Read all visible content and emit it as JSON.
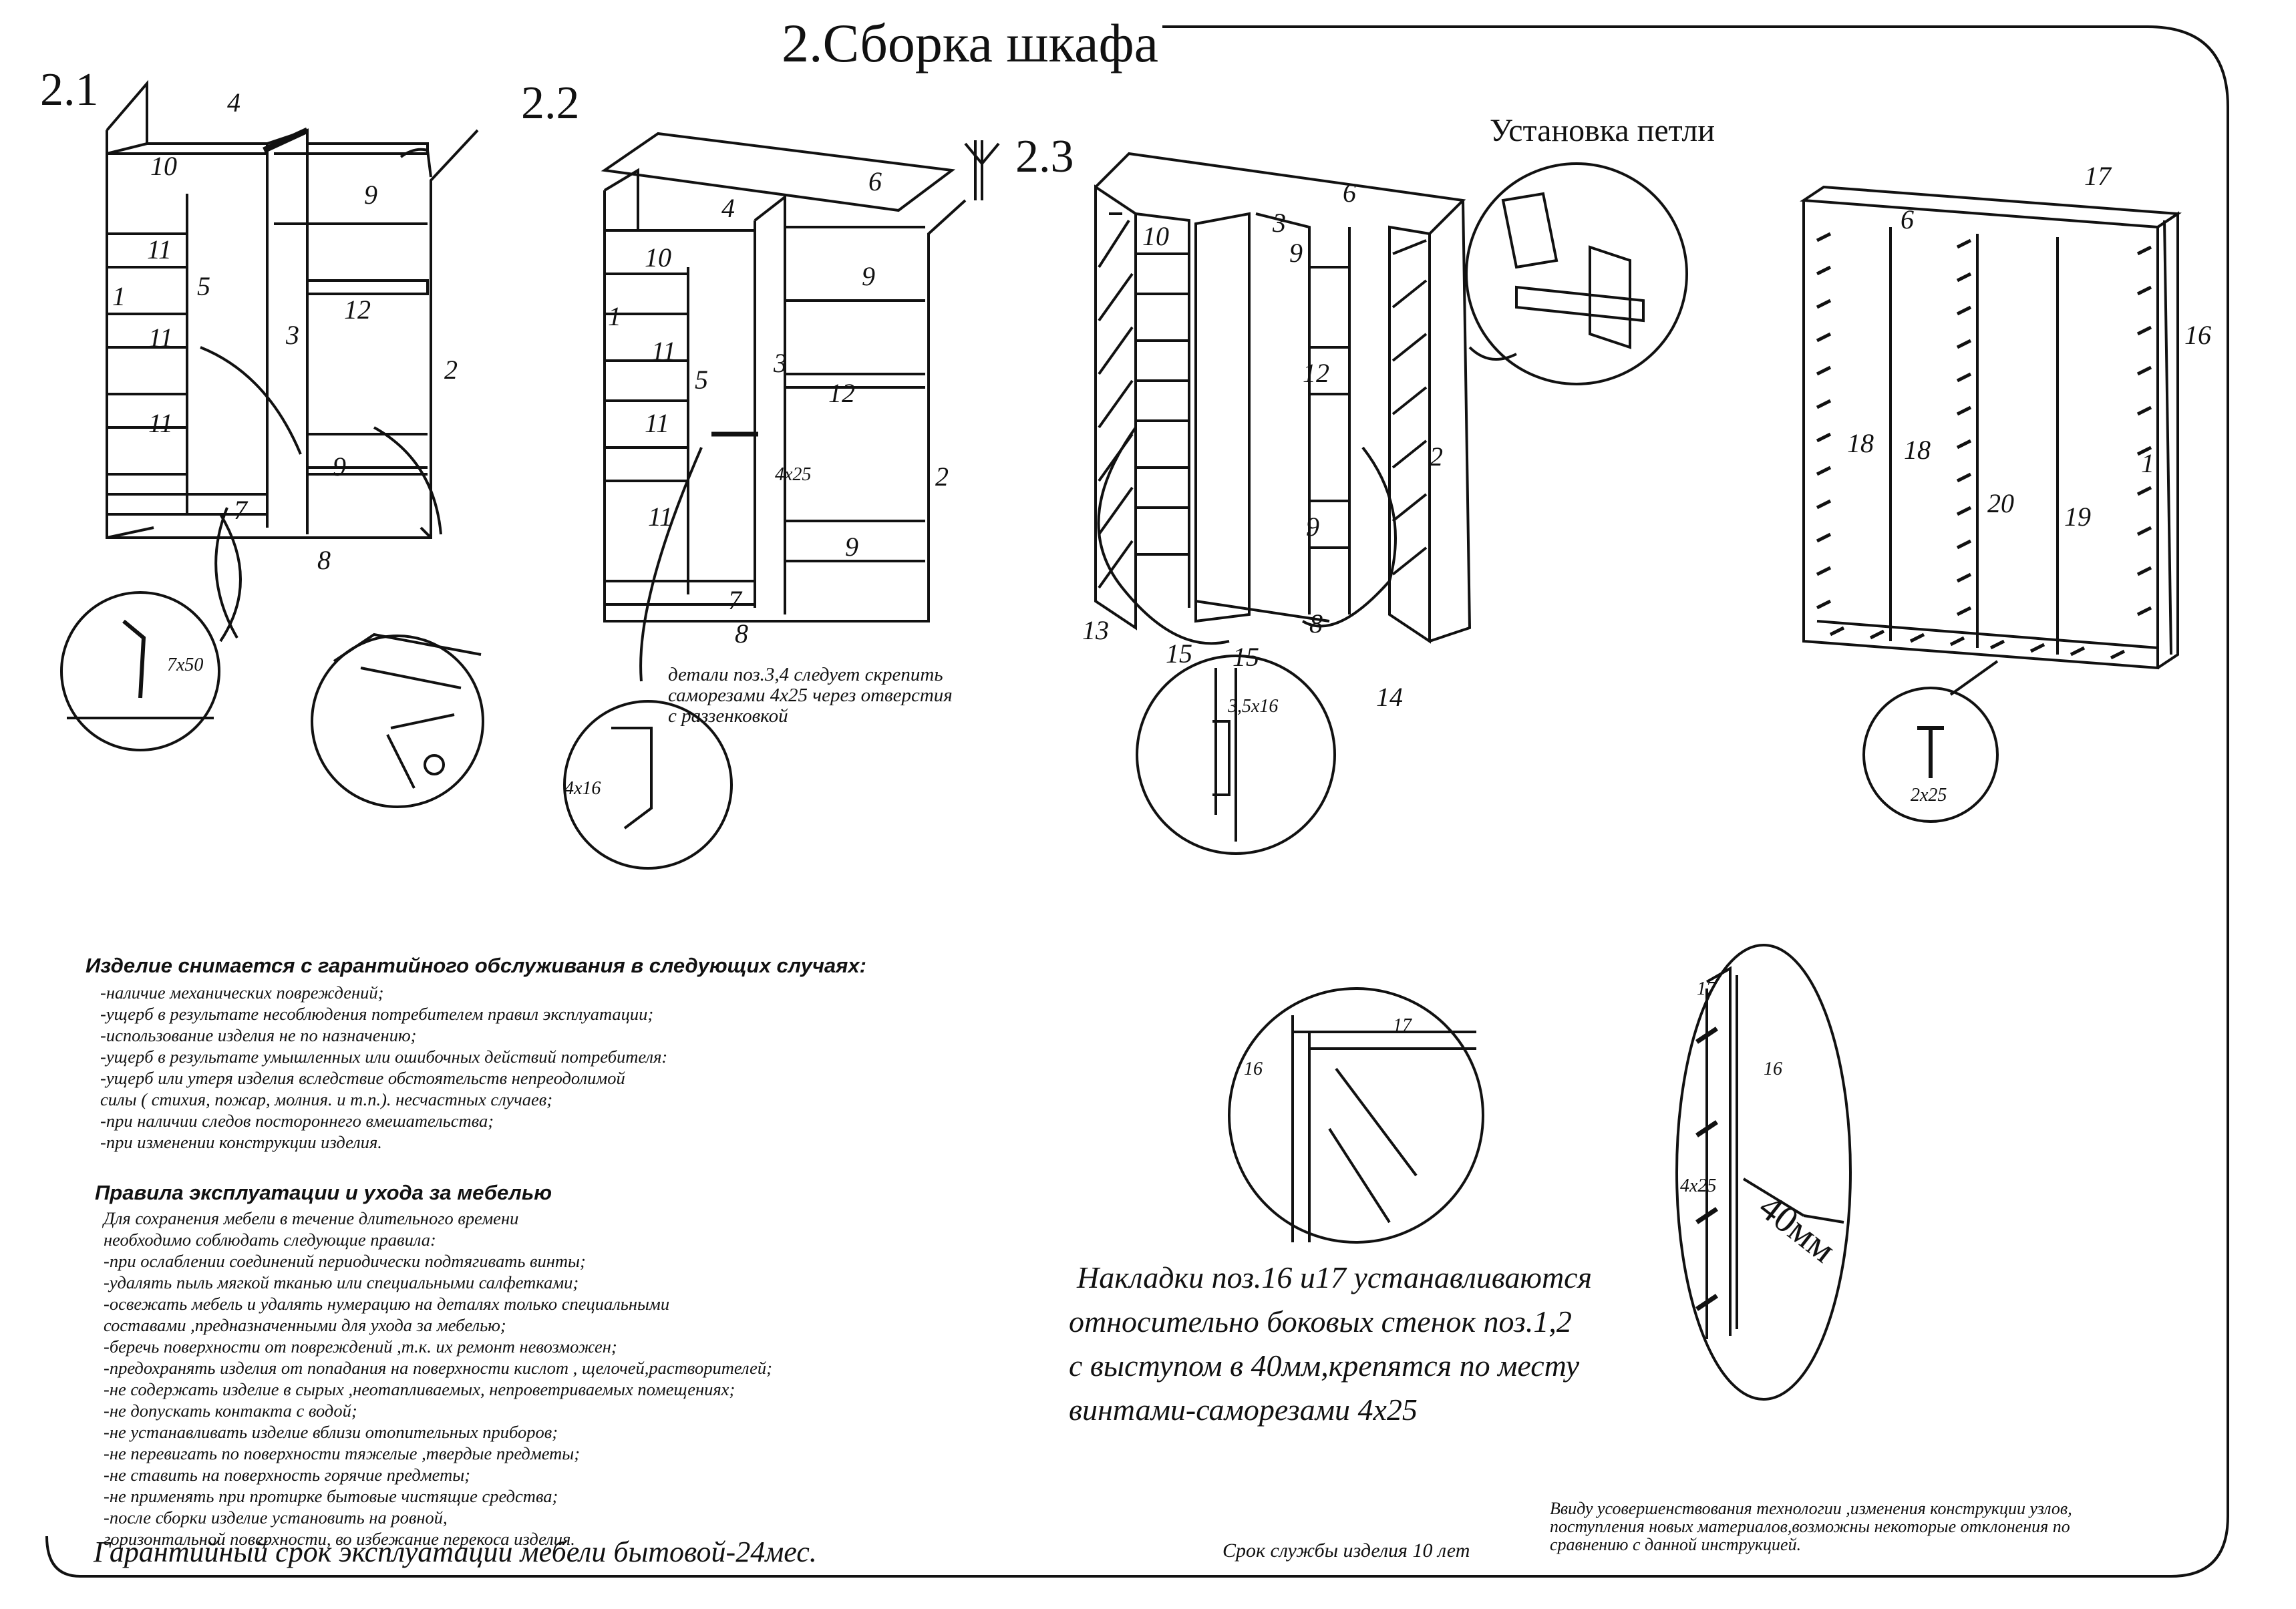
{
  "title": "2.Сборка шкафа",
  "steps": {
    "s1": "2.1",
    "s2": "2.2",
    "s3": "2.3"
  },
  "hinge_title": "Установка петли",
  "fig1": {
    "parts": [
      "4",
      "10",
      "9",
      "11",
      "5",
      "1",
      "11",
      "3",
      "12",
      "2",
      "11",
      "9",
      "7",
      "8"
    ],
    "screw": "7x50"
  },
  "fig2": {
    "parts": [
      "6",
      "4",
      "10",
      "9",
      "1",
      "11",
      "5",
      "3",
      "12",
      "11",
      "4x25",
      "2",
      "11",
      "9",
      "7",
      "8"
    ],
    "bracket_screw": "4x16",
    "note": "детали поз.3,4 следует скрепить\nсаморезами 4х25 через отверстия\nс раззенковкой"
  },
  "fig3": {
    "parts": [
      "6",
      "10",
      "3",
      "9",
      "12",
      "2",
      "9",
      "8",
      "13",
      "15",
      "15",
      "14"
    ],
    "screw": "3,5x16"
  },
  "fig4": {
    "parts": [
      "17",
      "6",
      "16",
      "18",
      "18",
      "20",
      "19",
      "1"
    ],
    "nail": "2x25"
  },
  "detail_17_16": {
    "a": "16",
    "b": "17"
  },
  "detail_side": {
    "a": "17",
    "b": "16",
    "screw": "4x25",
    "gap": "40мм"
  },
  "warranty": {
    "heading": "Изделие снимается с гарантийного обслуживания в следующих случаях:",
    "items": [
      "-наличие механических повреждений;",
      "-ущерб в результате  несоблюдения потребителем  правил эксплуатации;",
      "-использование изделия не по назначению;",
      "-ущерб в результате умышленных или ошибочных действий потребителя:",
      "-ущерб или утеря изделия вследствие обстоятельств непреодолимой",
      "силы ( стихия, пожар, молния. и т.п.). несчастных случаев;",
      "-при наличии  следов постороннего вмешательства;",
      "-при изменении конструкции изделия."
    ]
  },
  "care": {
    "heading": "Правила эксплуатации и ухода за мебелью",
    "items": [
      " Для сохранения мебели в течение длительного времени",
      " необходимо соблюдать следующие правила:",
      "-при ослаблении соединений периодически подтягивать винты;",
      "-удалять пыль мягкой тканью или специальными салфетками;",
      "-освежать мебель и удалять нумерацию на деталях только специальными",
      " составами ,предназначенными для ухода за мебелью;",
      "-беречь поверхности от повреждений ,т.к. их ремонт невозможен;",
      "-предохранять изделия от попадания на поверхности кислот , щелочей,растворителей;",
      "-не содержать изделие в сырых ,неотапливаемых, непроветриваемых помещениях;",
      "-не допускать контакта с водой;",
      "-не устанавливать изделие вблизи отопительных приборов;",
      "-не перевигать по поверхности тяжелые ,твердые предметы;",
      "-не ставить на поверхность горячие предметы;",
      "-не применять при протирке бытовые чистящие  средства;",
      "-после сборки изделие  установить на ровной,",
      " горизонтальной поверхности, во избежание перекоса изделия."
    ]
  },
  "guarantee": "Гарантийный срок эксплуатации мебели бытовой-24мес.",
  "service_life": "Срок службы изделия 10 лет",
  "overlay_note": [
    "Накладки поз.16 и17  устанавливаются",
    "относительно боковых стенок поз.1,2",
    "с выступом в 40мм,крепятся по месту",
    "винтами-саморезами 4х25"
  ],
  "disclaimer": [
    "Ввиду усовершенствования технологии ,изменения конструкции узлов,",
    "поступления новых материалов,возможны некоторые отклонения по",
    "сравнению с данной инструкцией."
  ]
}
